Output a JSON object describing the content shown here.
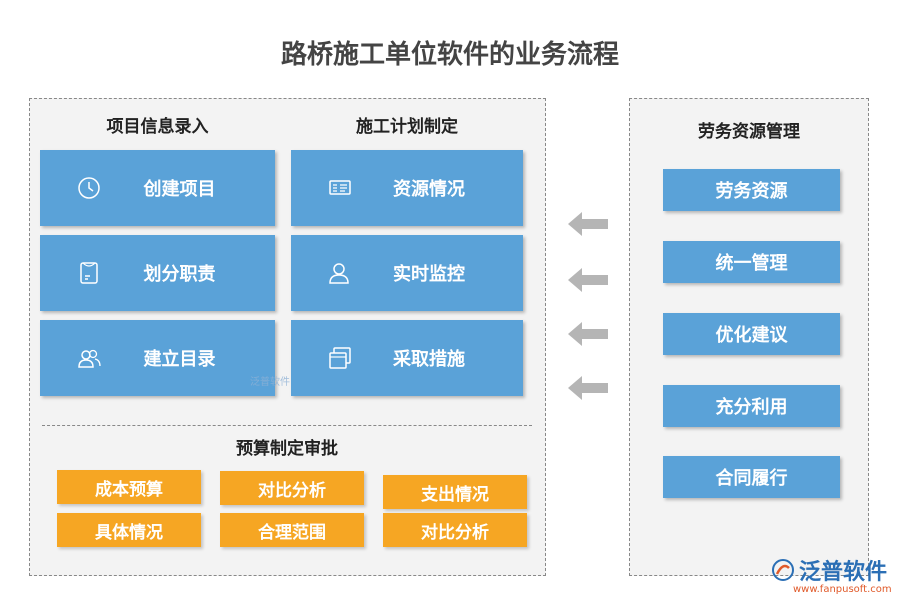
{
  "title": "路桥施工单位软件的业务流程",
  "left": {
    "col1": {
      "heading": "项目信息录入",
      "items": [
        {
          "label": "创建项目",
          "icon": "clock-icon"
        },
        {
          "label": "划分职责",
          "icon": "document-icon"
        },
        {
          "label": "建立目录",
          "icon": "users-icon"
        }
      ]
    },
    "col2": {
      "heading": "施工计划制定",
      "items": [
        {
          "label": "资源情况",
          "icon": "list-icon"
        },
        {
          "label": "实时监控",
          "icon": "user-icon"
        },
        {
          "label": "采取措施",
          "icon": "windows-icon"
        }
      ]
    },
    "budget": {
      "heading": "预算制定审批",
      "items": [
        "成本预算",
        "对比分析",
        "支出情况",
        "具体情况",
        "合理范围",
        "对比分析"
      ]
    }
  },
  "right": {
    "heading": "劳务资源管理",
    "items": [
      "劳务资源",
      "统一管理",
      "优化建议",
      "充分利用",
      "合同履行"
    ]
  },
  "watermark": "泛普软件",
  "logo": {
    "text": "泛普软件",
    "url": "www.fanpusoft.com"
  },
  "colors": {
    "blue": "#5aa2d8",
    "orange": "#f6a623",
    "panel": "#f3f3f3",
    "arrow": "#b5b5b5"
  }
}
